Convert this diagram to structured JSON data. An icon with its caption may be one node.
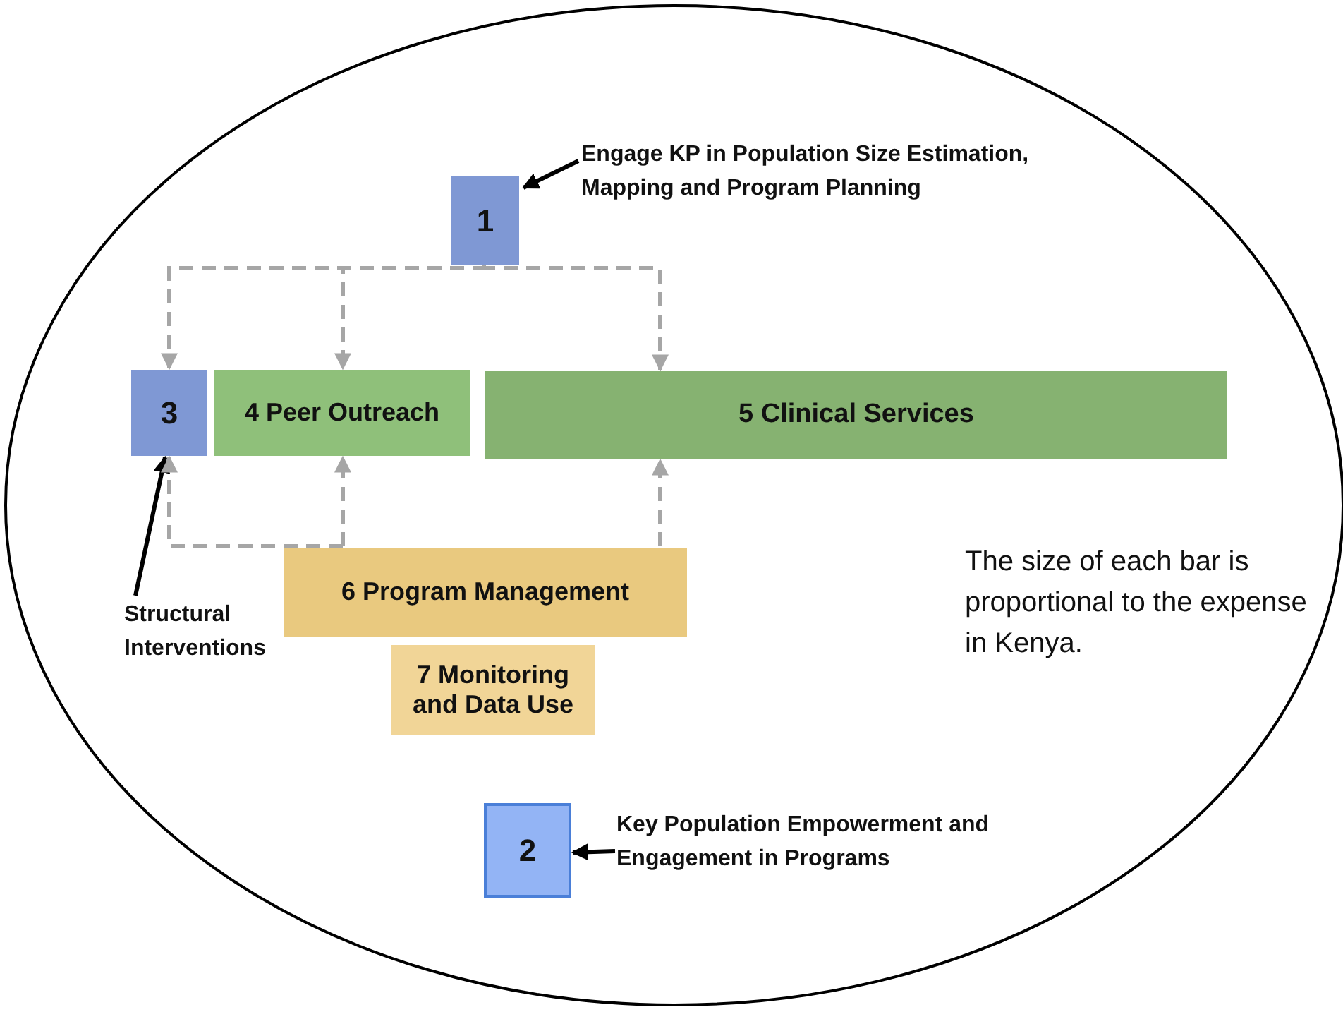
{
  "diagram": {
    "nodes": [
      {
        "text": [
          "1"
        ]
      },
      {
        "text": [
          "Engage KP in Population Size Estimation, Mapping and Program Planning"
        ]
      },
      {
        "text": [
          "3"
        ]
      },
      {
        "text": [
          "Structural Interventions"
        ]
      },
      {
        "text": [
          "4 Peer Outreach"
        ]
      },
      {
        "text": [
          "5 Clinical Services"
        ]
      },
      {
        "text": [
          "6 Program Management"
        ]
      },
      {
        "text": [
          "7 Monitoring and Data Use"
        ]
      },
      {
        "text": [
          "2"
        ]
      },
      {
        "text": [
          "Key Population Empowerment and Engagement in Programs"
        ]
      }
    ],
    "edges": [
      {
        "from": 1,
        "to": 0,
        "arrow": "to",
        "color": "#000000"
      },
      {
        "from": 0,
        "to": 2,
        "arrow": "to",
        "style": "dashed"
      },
      {
        "from": 0,
        "to": 4,
        "arrow": "to",
        "style": "dashed"
      },
      {
        "from": 0,
        "to": 5,
        "arrow": "to",
        "style": "dashed"
      },
      {
        "from": 3,
        "to": 2,
        "arrow": "to",
        "color": "#000000"
      },
      {
        "from": 6,
        "to": 2,
        "arrow": "to",
        "style": "dashed"
      },
      {
        "from": 6,
        "to": 4,
        "arrow": "to",
        "style": "dashed"
      },
      {
        "from": 6,
        "to": 5,
        "arrow": "to",
        "style": "dashed"
      },
      {
        "from": 9,
        "to": 8,
        "arrow": "to",
        "color": "#000000"
      }
    ],
    "labels": [
      "The size of each bar is proportional to the expense in Kenya."
    ]
  }
}
